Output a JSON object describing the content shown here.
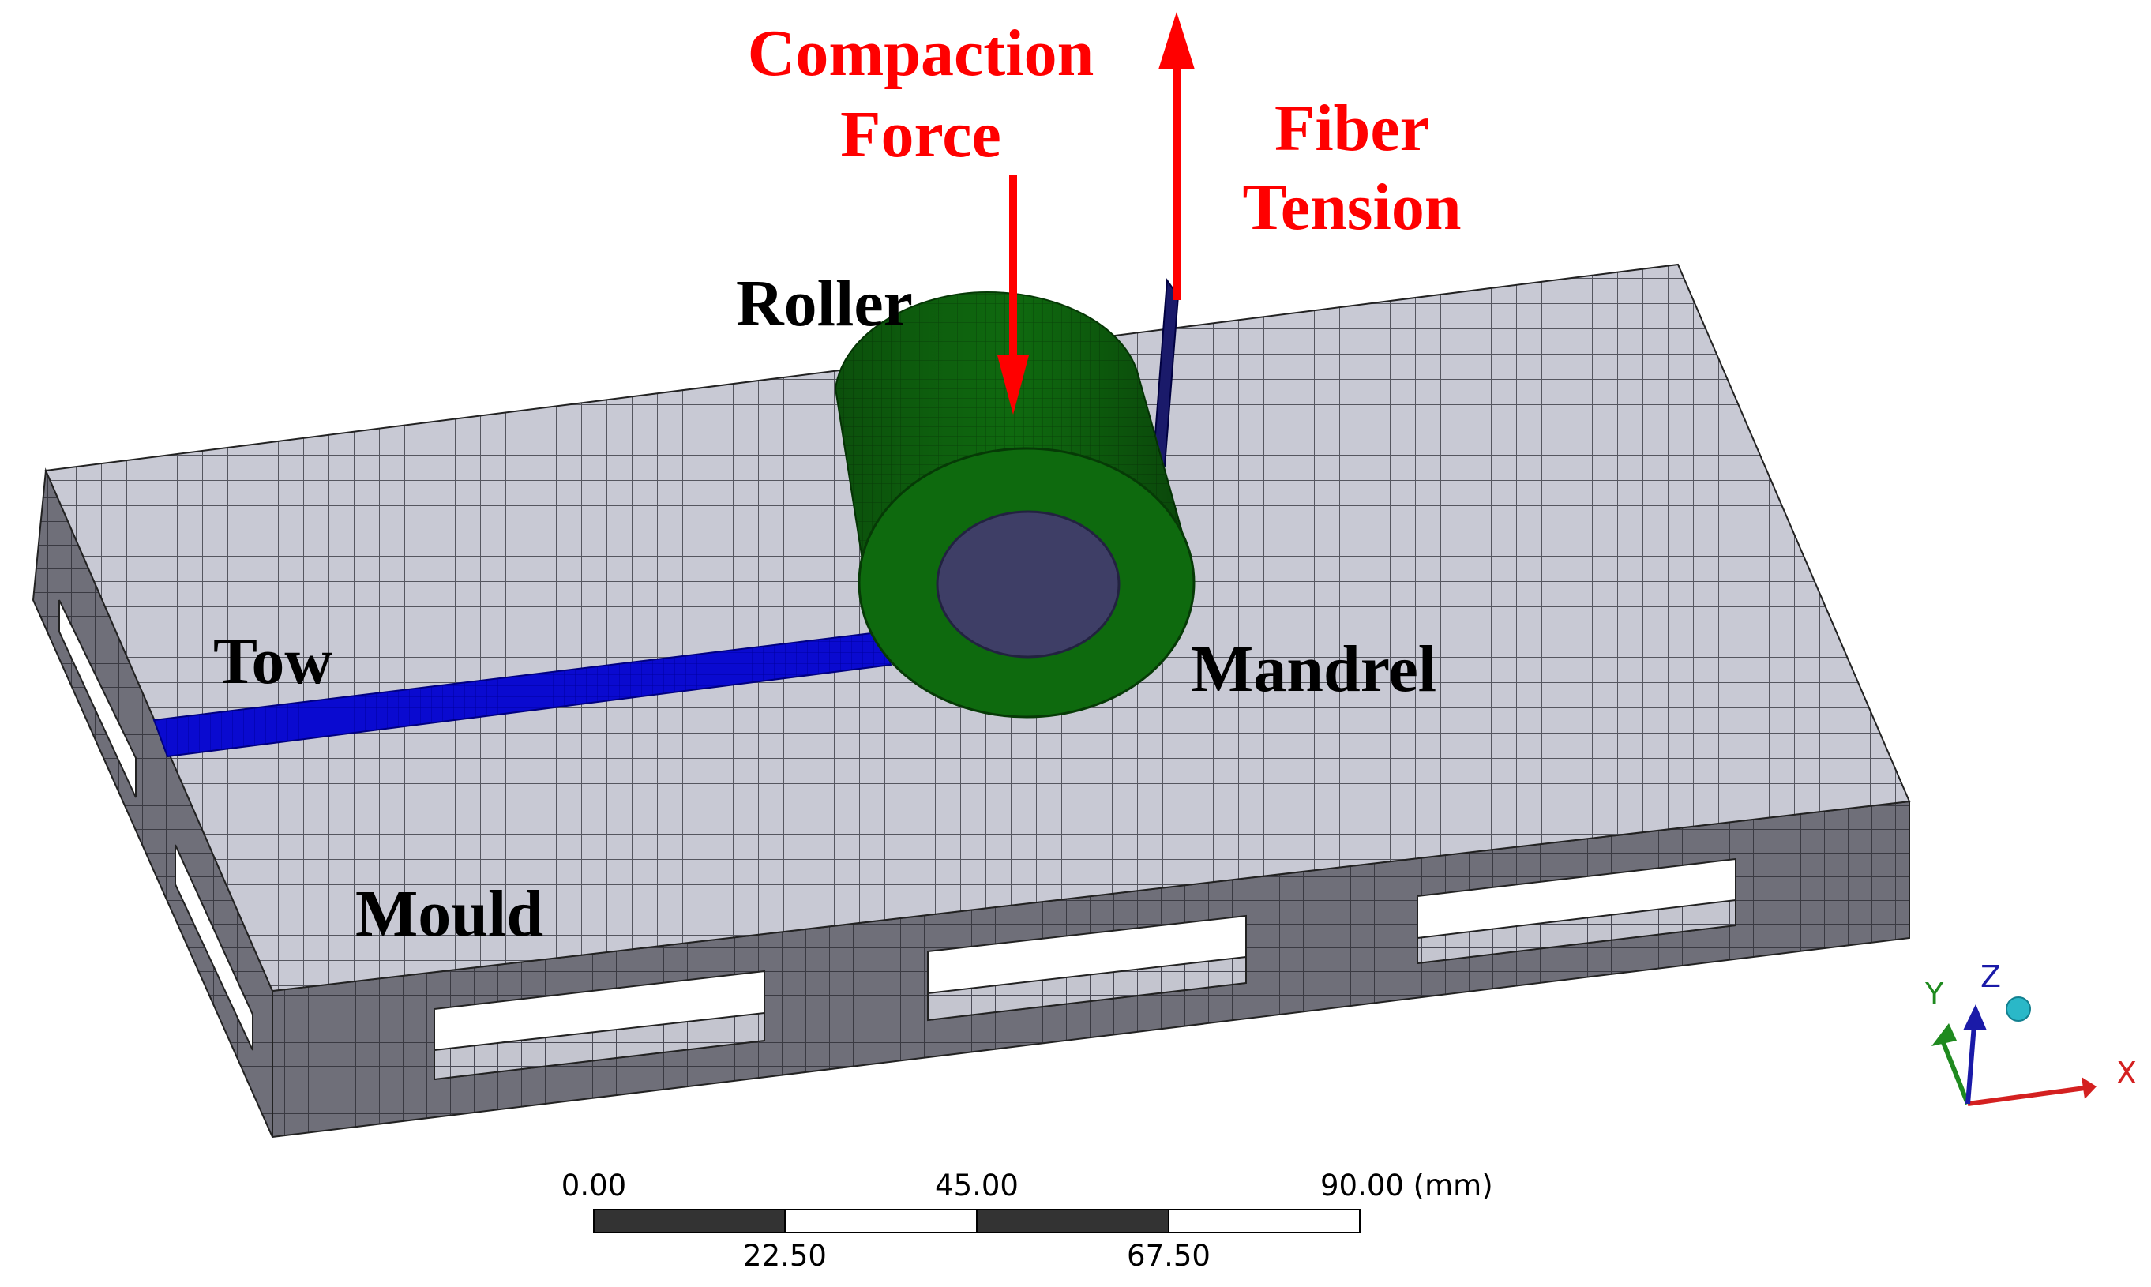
{
  "labels": {
    "compaction_force_line1": "Compaction",
    "compaction_force_line2": "Force",
    "fiber_tension_line1": "Fiber",
    "fiber_tension_line2": "Tension",
    "roller": "Roller",
    "tow": "Tow",
    "mandrel": "Mandrel",
    "mould": "Mould"
  },
  "triad": {
    "x_label": "X",
    "y_label": "Y",
    "z_label": "Z",
    "x_color": "#d42020",
    "y_color": "#1f8a1f",
    "z_color": "#1a1aa8"
  },
  "scale_bar": {
    "tick_0": "0.00",
    "tick_1": "22.50",
    "tick_2": "45.00",
    "tick_3": "67.50",
    "tick_4": "90.00 (mm)"
  },
  "colors": {
    "mould_top": "#c8c9d4",
    "mould_side": "#6e6e78",
    "roller": "#0f6e0f",
    "roller_hub": "#3e3e66",
    "tow": "#0000cc",
    "force_arrow": "#ff0000"
  }
}
